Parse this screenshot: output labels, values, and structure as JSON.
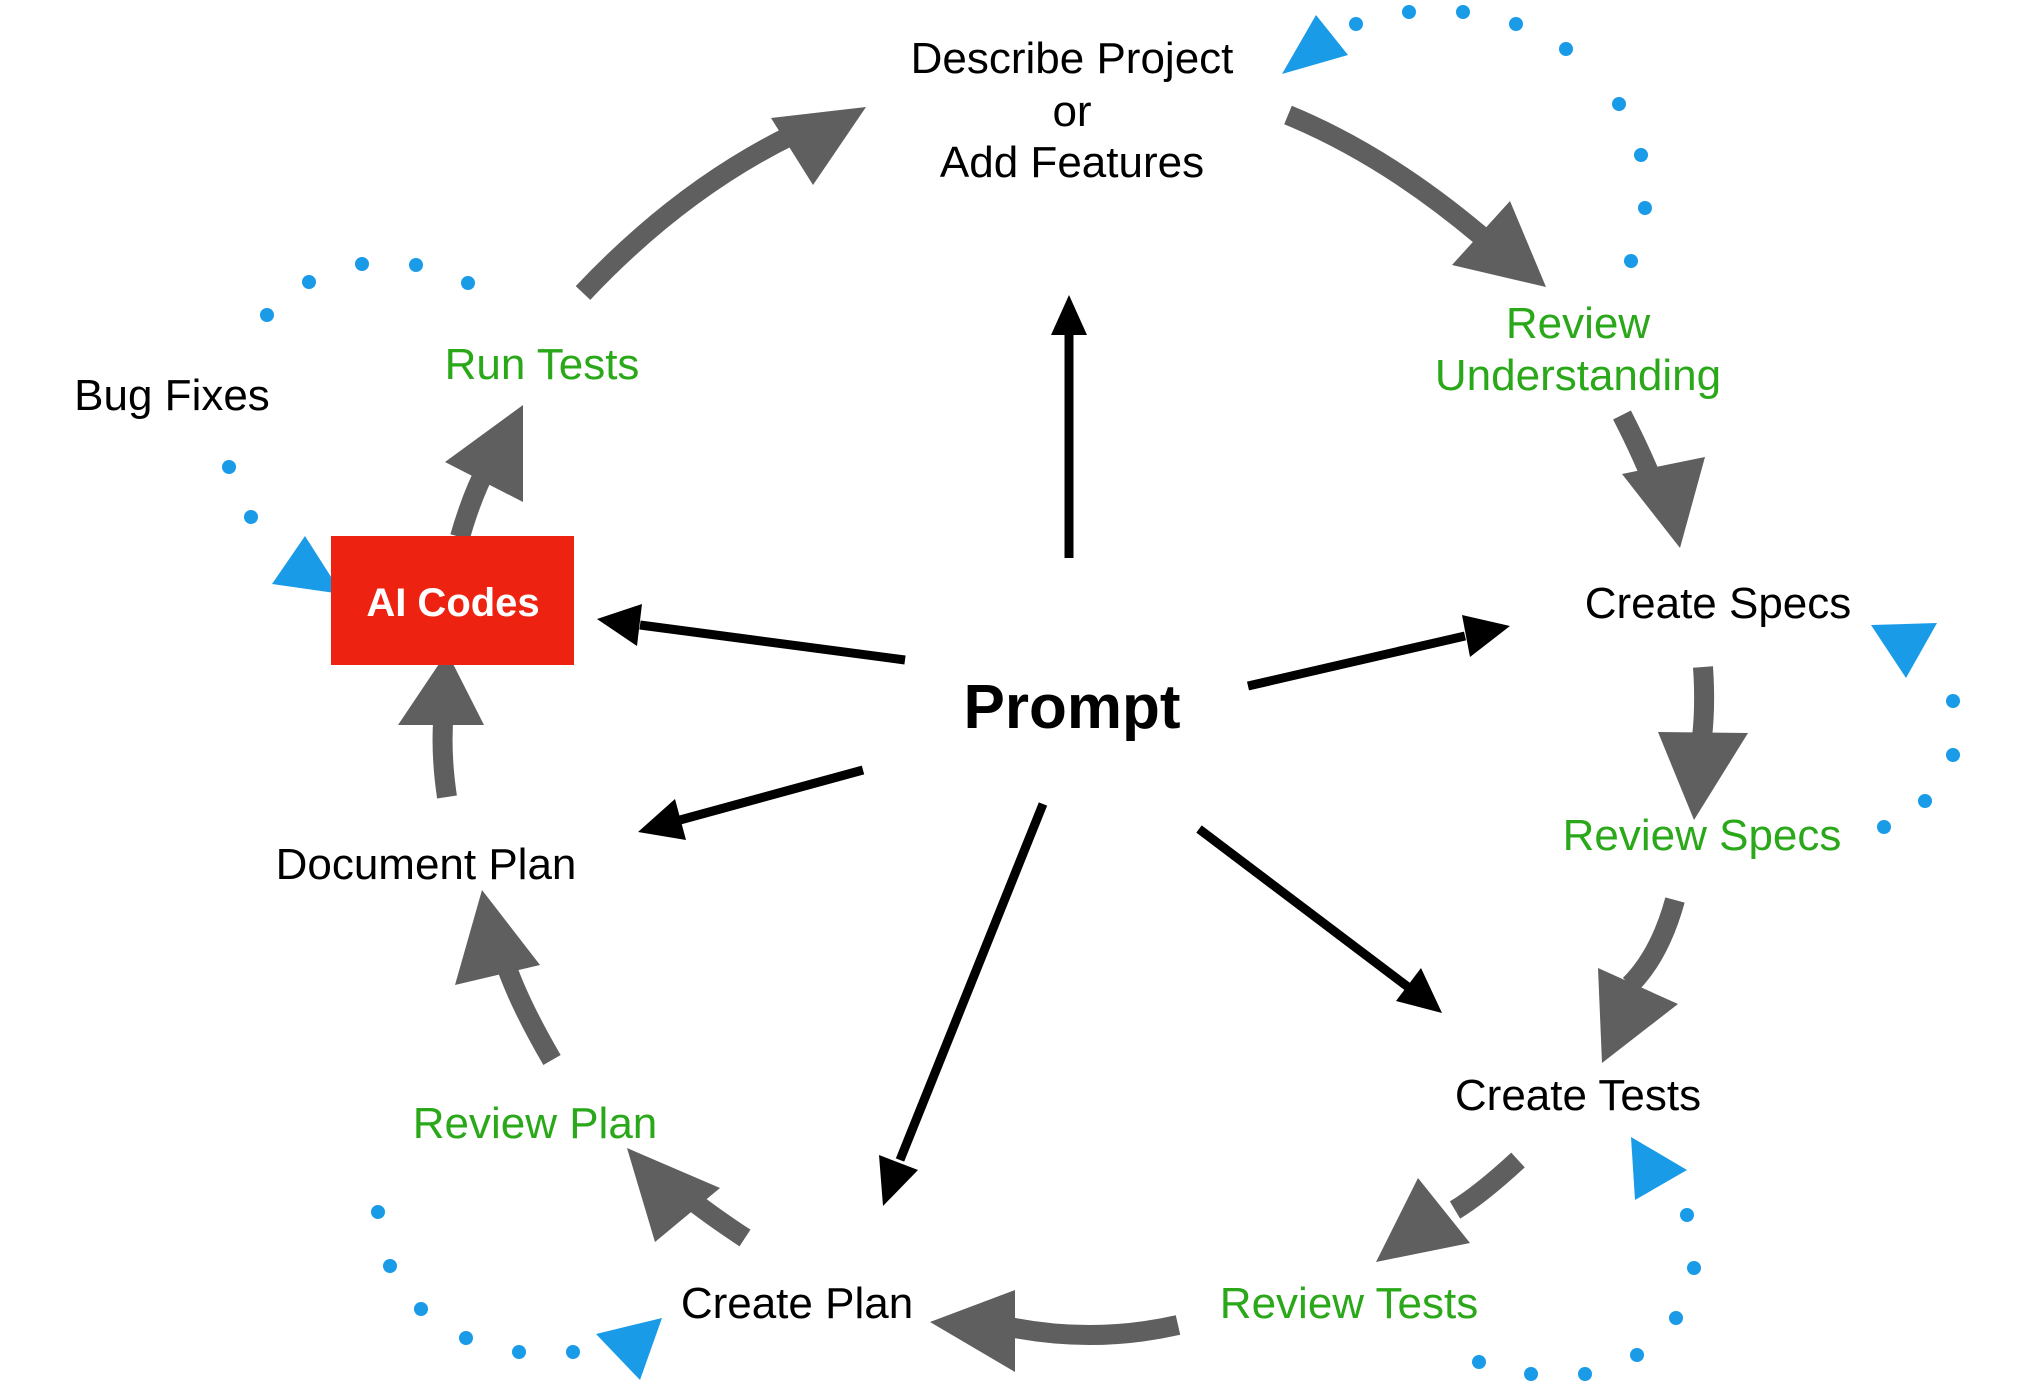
{
  "diagram": {
    "center": {
      "label": "Prompt"
    },
    "nodes": {
      "describe": {
        "lines": [
          "Describe Project",
          "or",
          "Add Features"
        ]
      },
      "review_understanding": {
        "lines": [
          "Review",
          "Understanding"
        ]
      },
      "create_specs": {
        "label": "Create Specs"
      },
      "review_specs": {
        "label": "Review Specs"
      },
      "create_tests": {
        "label": "Create Tests"
      },
      "review_tests": {
        "label": "Review Tests"
      },
      "create_plan": {
        "label": "Create Plan"
      },
      "review_plan": {
        "label": "Review Plan"
      },
      "document_plan": {
        "label": "Document Plan"
      },
      "ai_codes": {
        "label": "AI Codes"
      },
      "run_tests": {
        "label": "Run Tests"
      },
      "bug_fixes": {
        "label": "Bug Fixes"
      }
    },
    "colors": {
      "review_text": "#2aa81a",
      "flow_arrow": "#5f5f5f",
      "prompt_arrow": "#000000",
      "loop_dots": "#1a9be8",
      "ai_box": "#ee2211",
      "ai_text": "#ffffff",
      "text": "#000000"
    }
  }
}
